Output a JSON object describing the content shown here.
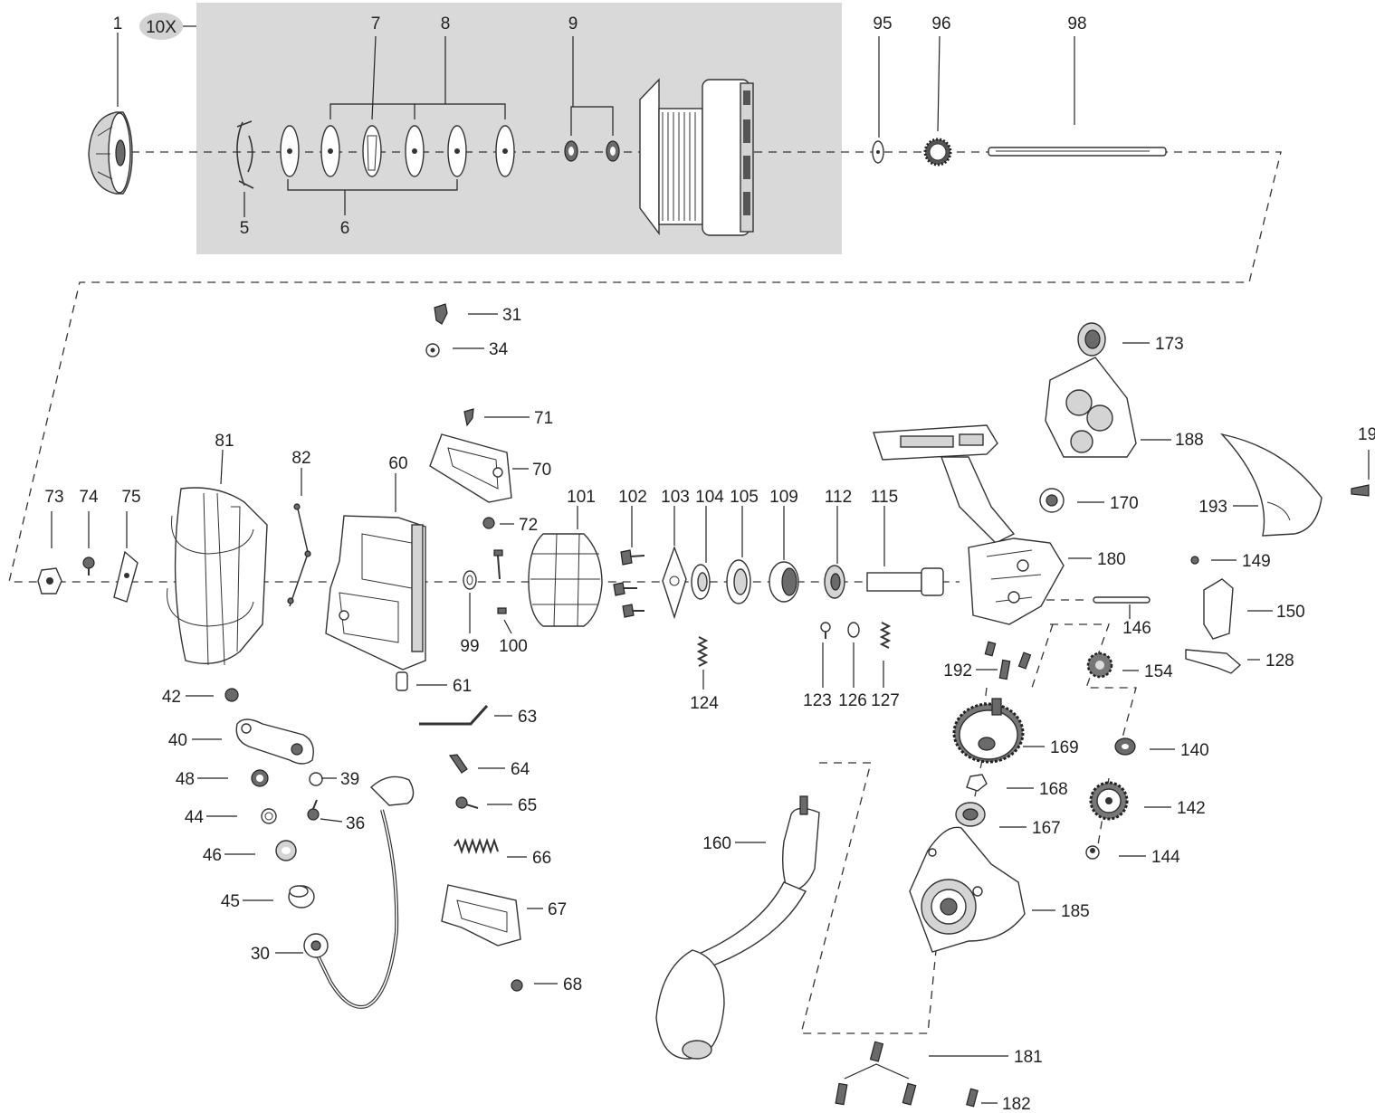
{
  "group_badge": "10X",
  "labels": {
    "p1": "1",
    "p5": "5",
    "p6": "6",
    "p7": "7",
    "p8": "8",
    "p9": "9",
    "p95": "95",
    "p96": "96",
    "p98": "98",
    "p19": "19",
    "p31": "31",
    "p34": "34",
    "p71": "71",
    "p70": "70",
    "p72": "72",
    "p173": "173",
    "p188": "188",
    "p170": "170",
    "p193": "193",
    "p81": "81",
    "p82": "82",
    "p60": "60",
    "p73": "73",
    "p74": "74",
    "p75": "75",
    "p99": "99",
    "p100": "100",
    "p101": "101",
    "p102": "102",
    "p103": "103",
    "p104": "104",
    "p105": "105",
    "p109": "109",
    "p112": "112",
    "p115": "115",
    "p180": "180",
    "p149": "149",
    "p150": "150",
    "p146": "146",
    "p128": "128",
    "p154": "154",
    "p192": "192",
    "p124": "124",
    "p123": "123",
    "p126": "126",
    "p127": "127",
    "p42": "42",
    "p40": "40",
    "p48": "48",
    "p39": "39",
    "p44": "44",
    "p36": "36",
    "p46": "46",
    "p45": "45",
    "p30": "30",
    "p61": "61",
    "p63": "63",
    "p64": "64",
    "p65": "65",
    "p66": "66",
    "p67": "67",
    "p68": "68",
    "p160": "160",
    "p169": "169",
    "p168": "168",
    "p167": "167",
    "p140": "140",
    "p142": "142",
    "p144": "144",
    "p185": "185",
    "p181": "181",
    "p182": "182"
  }
}
